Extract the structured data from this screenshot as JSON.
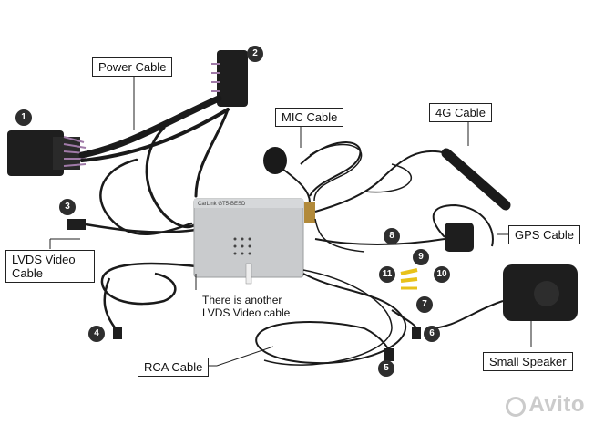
{
  "labels": {
    "power_cable": "Power Cable",
    "mic_cable": "MIC Cable",
    "cable_4g": "4G Cable",
    "gps_cable": "GPS Cable",
    "lvds_video_line1": "LVDS Video",
    "lvds_video_line2": "Cable",
    "another_lvds_line1": "There is another",
    "another_lvds_line2": "LVDS Video cable",
    "rca_cable": "RCA Cable",
    "small_speaker": "Small Speaker"
  },
  "unit_logo": "CarLink GT5-BESD",
  "badges": [
    "1",
    "2",
    "3",
    "4",
    "5",
    "6",
    "7",
    "8",
    "9",
    "10",
    "11"
  ],
  "watermark": "Avito",
  "colors": {
    "badge": "#2e2e2e",
    "cable": "#1a1a1a",
    "unit_body": "#c9cbcd",
    "rca_yellow": "#e8c21a",
    "connector_purple": "#a07aa8"
  }
}
